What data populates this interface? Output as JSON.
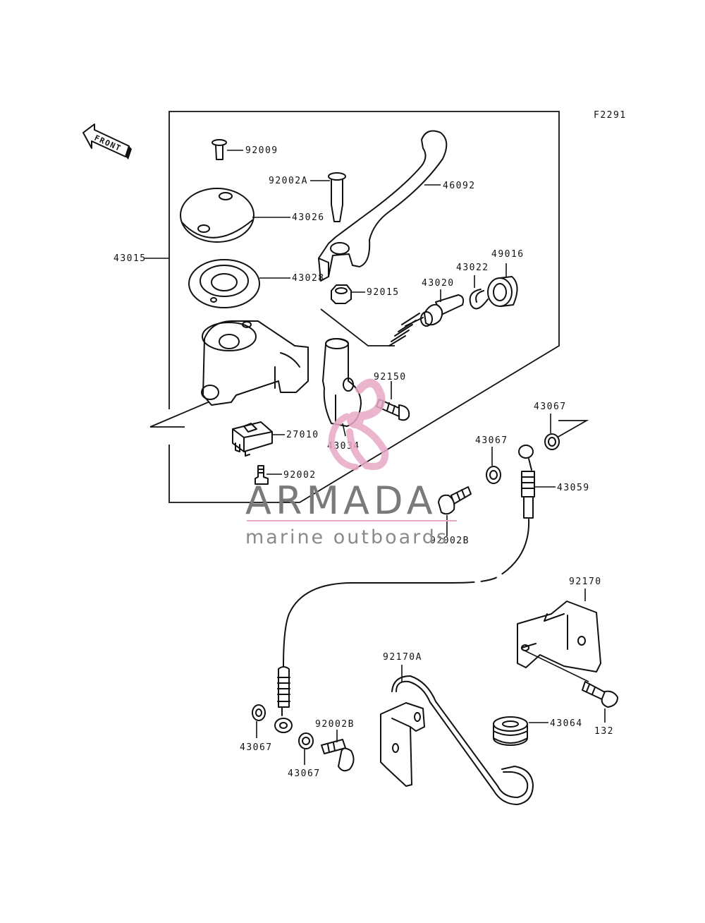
{
  "figure_code": "F2291",
  "front_arrow_label": "FRONT",
  "labels": {
    "p92009": "92009",
    "p92002A": "92002A",
    "p46092": "46092",
    "p43026": "43026",
    "p43015": "43015",
    "p43028": "43028",
    "p92015": "92015",
    "p49016": "49016",
    "p43022": "43022",
    "p43020": "43020",
    "p92150": "92150",
    "p27010": "27010",
    "p43034": "43034",
    "p92002": "92002",
    "p43067a": "43067",
    "p43067b": "43067",
    "p43059": "43059",
    "p92002B_top": "92002B",
    "p92170": "92170",
    "p92170A": "92170A",
    "p43064": "43064",
    "p132": "132",
    "p43067c": "43067",
    "p92002B_bottom": "92002B",
    "p43067d": "43067"
  },
  "watermark": {
    "title": "ARMADA",
    "subtitle": "marine outboards",
    "logo_color": "#e8a9c6"
  }
}
